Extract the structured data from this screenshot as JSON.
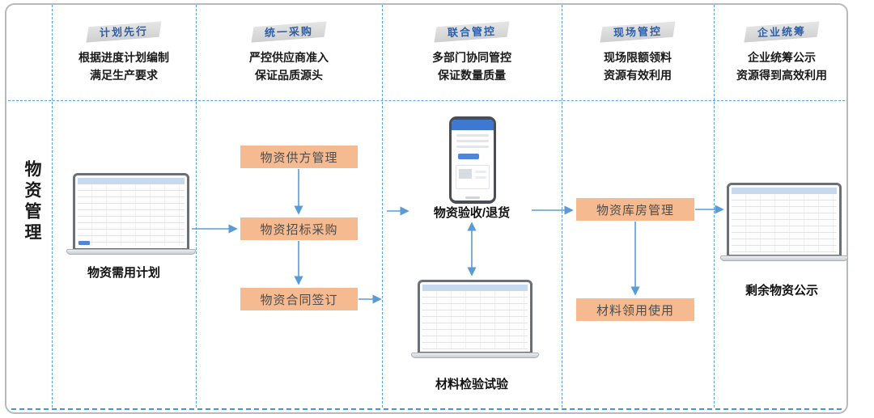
{
  "page": {
    "left_label": "物资管理"
  },
  "columns": [
    {
      "banner": "计划先行",
      "subtitle_line1": "根据进度计划编制",
      "subtitle_line2": "满足生产要求"
    },
    {
      "banner": "统一采购",
      "subtitle_line1": "严控供应商准入",
      "subtitle_line2": "保证品质源头"
    },
    {
      "banner": "联合管控",
      "subtitle_line1": "多部门协同管控",
      "subtitle_line2": "保证数量质量"
    },
    {
      "banner": "现场管控",
      "subtitle_line1": "现场限额领料",
      "subtitle_line2": "资源有效利用"
    },
    {
      "banner": "企业统筹",
      "subtitle_line1": "企业统筹公示",
      "subtitle_line2": "资源得到高效利用"
    }
  ],
  "flow": {
    "plan_laptop_caption": "物资需用计划",
    "supplier_box_label": "物资供方管理",
    "bidding_box_label": "物资招标采购",
    "contract_box_label": "物资合同签订",
    "acceptance_label": "物资验收/退货",
    "inspection_caption": "材料检验试验",
    "warehouse_box_label": "物资库房管理",
    "requisition_box_label": "材料领用使用",
    "surplus_caption": "剩余物资公示"
  },
  "colors": {
    "arrow_blue": "#5B9BD5",
    "dashed_line_blue": "#55A4DC",
    "process_box_orange": "#F5BA90",
    "banner_text_blue": "#2E5FA8"
  }
}
